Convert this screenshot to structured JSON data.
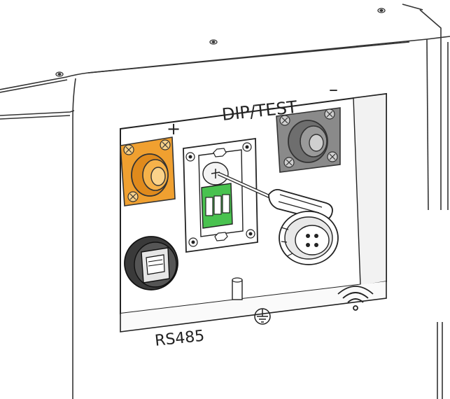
{
  "labels": {
    "dip_test": "DIP/TEST",
    "positive": "+",
    "negative": "–",
    "rs485": "RS485"
  },
  "icons": {
    "ground": "ground-symbol",
    "wifi": "wifi-symbol"
  },
  "colors": {
    "positive_terminal": "#f0a030",
    "negative_terminal": "#8a8a8a",
    "dip_switch": "#49c24f",
    "outline": "#222222",
    "panel_recess": "#f2f2f2"
  }
}
